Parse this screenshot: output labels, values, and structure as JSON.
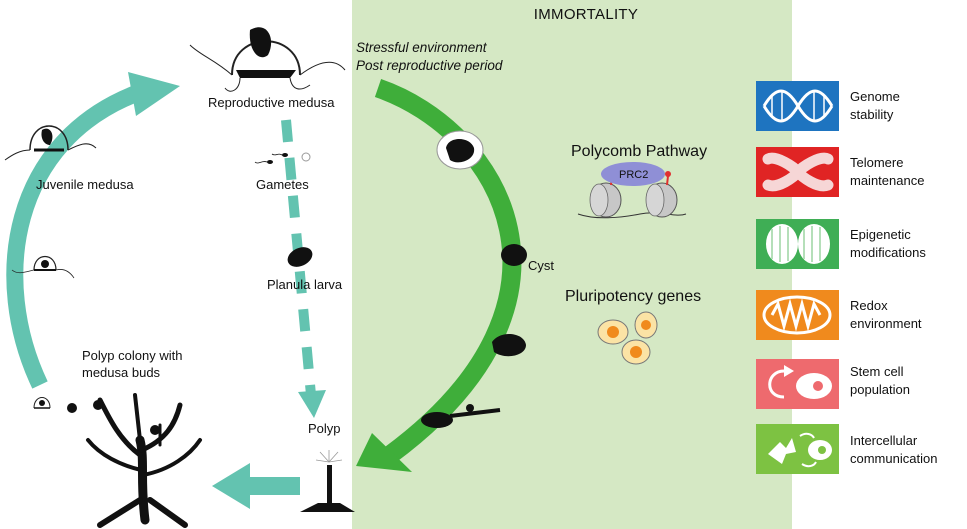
{
  "title": "IMMORTALITY",
  "trigger": {
    "line1": "Stressful environment",
    "line2": "Post reproductive period"
  },
  "life_cycle_labels": {
    "reproductive_medusa": "Reproductive medusa",
    "juvenile_medusa": "Juvenile medusa",
    "gametes": "Gametes",
    "planula_larva": "Planula larva",
    "polyp_colony_line1": "Polyp colony with",
    "polyp_colony_line2": "medusa buds",
    "polyp": "Polyp",
    "cyst": "Cyst"
  },
  "pathways": {
    "polycomb": "Polycomb Pathway",
    "prc2": "PRC2",
    "pluripotency": "Pluripotency genes"
  },
  "mechanisms": [
    {
      "line1": "Genome",
      "line2": "stability",
      "color": "#1e74c0",
      "icon": "dna-helix-icon"
    },
    {
      "line1": "Telomere",
      "line2": "maintenance",
      "color": "#e02424",
      "icon": "chromosome-icon"
    },
    {
      "line1": "Epigenetic",
      "line2": "modifications",
      "color": "#3fae55",
      "icon": "nucleosome-icon"
    },
    {
      "line1": "Redox",
      "line2": "environment",
      "color": "#f08a1d",
      "icon": "mitochondrion-icon"
    },
    {
      "line1": "Stem cell",
      "line2": "population",
      "color": "#ee6a6e",
      "icon": "stem-cell-icon"
    },
    {
      "line1": "Intercellular",
      "line2": "communication",
      "color": "#7dc242",
      "icon": "cell-signaling-icon"
    }
  ],
  "colors": {
    "panel": "#d5e8c4",
    "teal_arrow": "#63c3b0",
    "green_arrow": "#3fae3a"
  }
}
